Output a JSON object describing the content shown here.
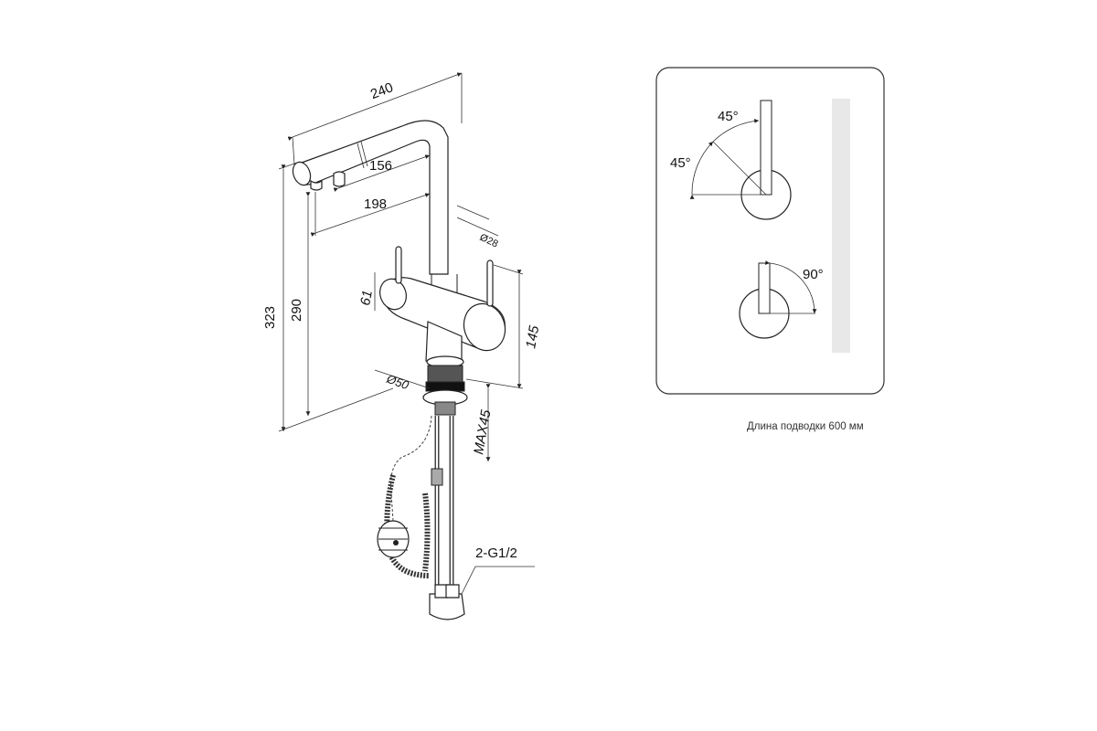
{
  "dimensions": {
    "width_total": "240",
    "spout_156": "156",
    "spout_198": "198",
    "diameter_28": "Ø28",
    "height_323": "323",
    "height_290": "290",
    "handle_61": "61",
    "body_145": "145",
    "diameter_50": "Ø50",
    "max_45": "MAX45",
    "thread": "2-G1/2"
  },
  "angles": {
    "top_upper": "45°",
    "top_left": "45°",
    "bottom": "90°"
  },
  "caption": "Длина подводки 600 мм"
}
